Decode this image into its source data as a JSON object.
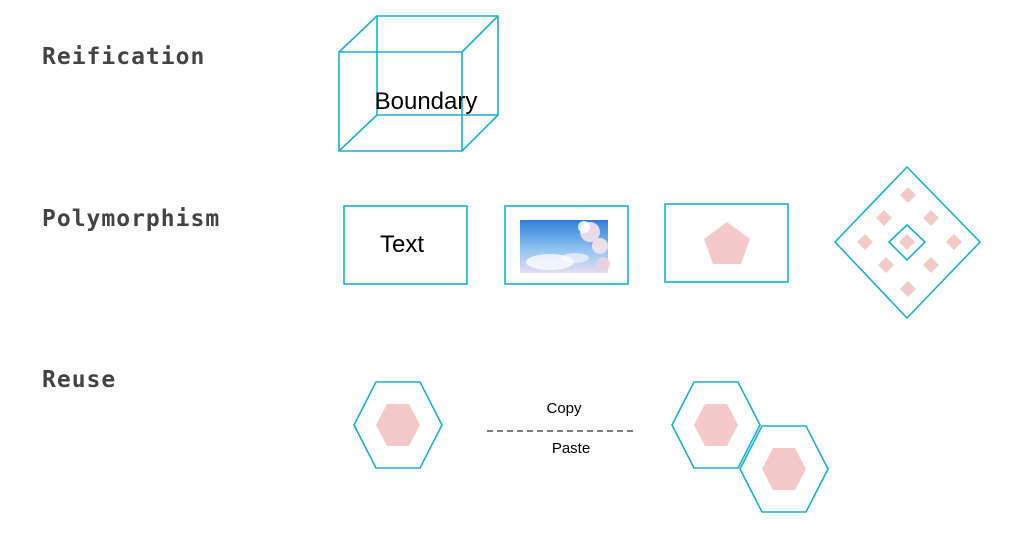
{
  "headings": {
    "reification": "Reification",
    "polymorphism": "Polymorphism",
    "reuse": "Reuse"
  },
  "reification": {
    "cube_label": "Boundary"
  },
  "polymorphism": {
    "text_box_label": "Text"
  },
  "reuse": {
    "copy_label": "Copy",
    "paste_label": "Paste"
  },
  "colors": {
    "outline": "#1ab0cf",
    "fill": "#f3c9c9",
    "heading": "#444444"
  }
}
